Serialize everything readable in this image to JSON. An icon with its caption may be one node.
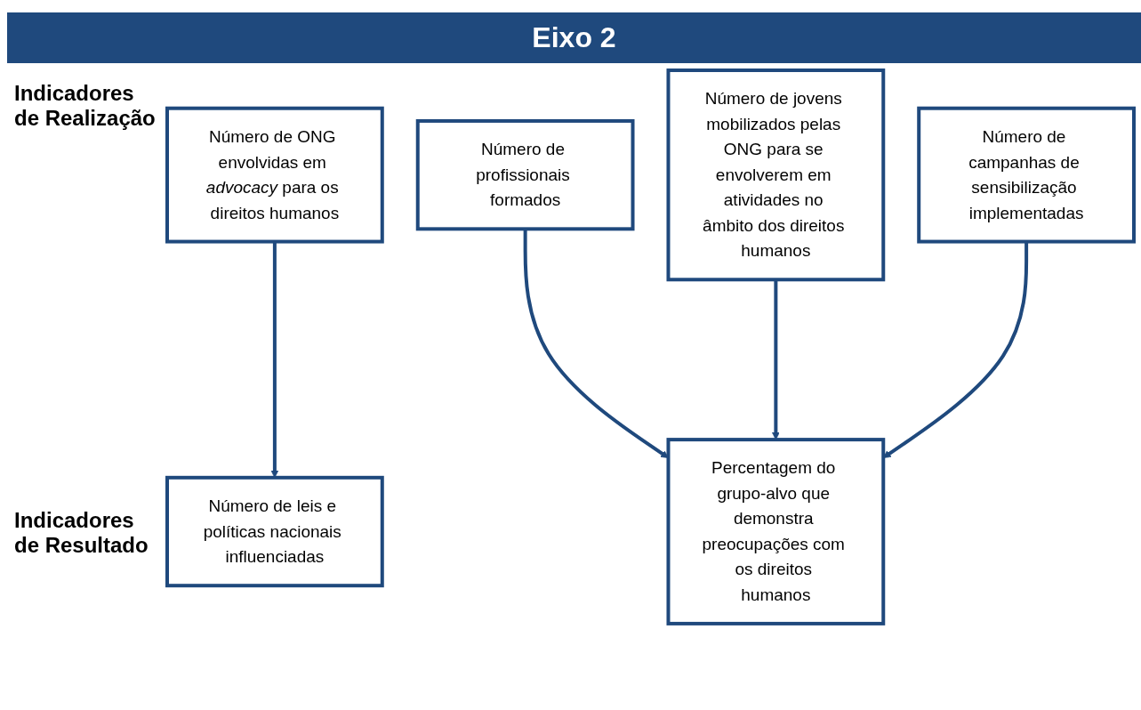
{
  "diagram": {
    "title": "Eixo 2",
    "nodes": [
      {
        "text": [
          "Número de ONG envolvidas em *advocacy* para os direitos humanos"
        ]
      },
      {
        "text": [
          "Número de profissionais formados"
        ]
      },
      {
        "text": [
          "Número de jovens mobilizados pelas ONG para se envolverem em atividades no âmbito dos direitos humanos"
        ]
      },
      {
        "text": [
          "Número de campanhas de sensibilização implementadas"
        ]
      },
      {
        "text": [
          "Número de leis e políticas nacionais influenciadas"
        ]
      },
      {
        "text": [
          "Percentagem do grupo-alvo que demonstra preocupações com os direitos humanos"
        ]
      }
    ],
    "edges": [
      {
        "from": 0,
        "to": 4,
        "arrow": "to"
      },
      {
        "from": 1,
        "to": 5,
        "arrow": "to"
      },
      {
        "from": 2,
        "to": 5,
        "arrow": "to"
      },
      {
        "from": 3,
        "to": 5,
        "arrow": "to"
      }
    ],
    "labels": [
      "Indicadores de Realização",
      "Indicadores de Resultado"
    ]
  }
}
